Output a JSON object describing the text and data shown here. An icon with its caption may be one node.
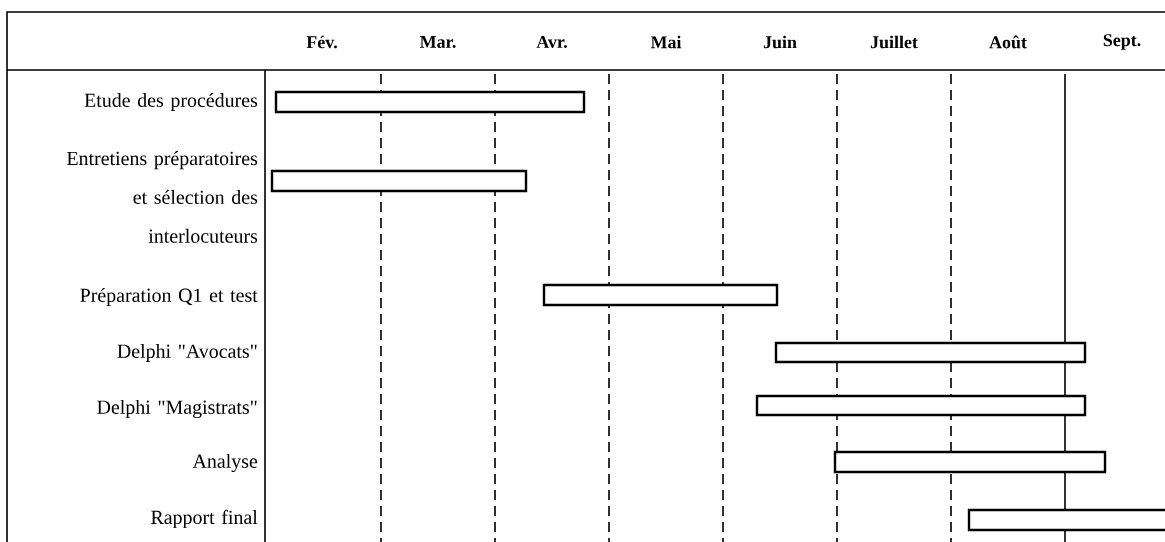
{
  "diagram": {
    "nodes": [
      {
        "text": [],
        "shape": "bar"
      },
      {
        "text": [],
        "shape": "bar"
      },
      {
        "text": [],
        "shape": "bar"
      },
      {
        "text": [],
        "shape": "bar"
      },
      {
        "text": [],
        "shape": "bar"
      },
      {
        "text": [],
        "shape": "bar"
      },
      {
        "text": [],
        "shape": "bar"
      }
    ],
    "labels": [
      "Fév.",
      "Mar.",
      "Avr.",
      "Mai",
      "Juin",
      "Juillet",
      "Août",
      "Sept.",
      "Etude des procédures",
      "Entretiens préparatoires et sélection des interlocuteurs",
      "Préparation Q1 et test",
      "Delphi \"Avocats\"",
      "Delphi \"Magistrats\"",
      "Analyse",
      "Rapport final"
    ]
  }
}
